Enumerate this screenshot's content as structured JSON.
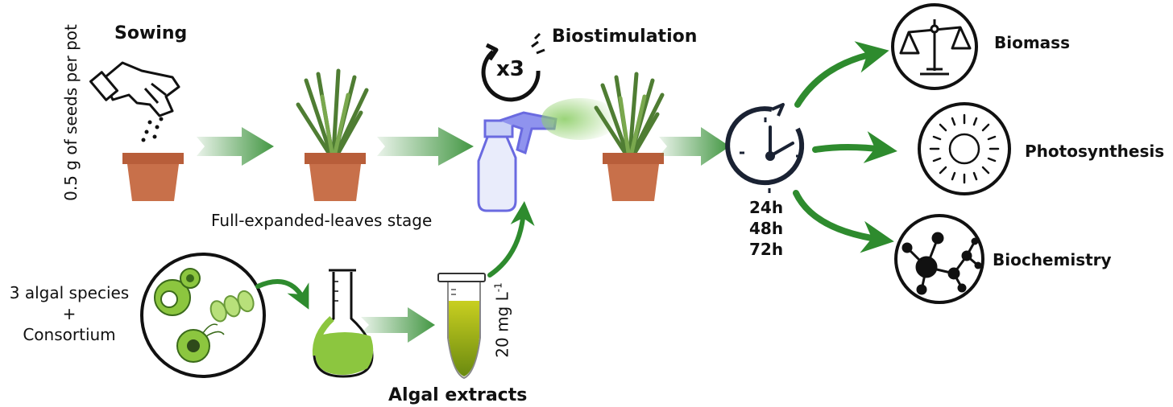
{
  "labels": {
    "sowing": "Sowing",
    "seeds_per_pot": "0.5 g of seeds per pot",
    "full_expanded_stage": "Full-expanded-leaves stage",
    "biostimulation": "Biostimulation",
    "repeat": "x3",
    "species_line1": "3 algal species",
    "species_line2": "+",
    "species_line3": "Consortium",
    "algal_extracts": "Algal extracts",
    "concentration": "20 mg L",
    "concentration_exp": "-1",
    "time_1": "24h",
    "time_2": "48h",
    "time_3": "72h",
    "biomass": "Biomass",
    "photosynthesis": "Photosynthesis",
    "biochemistry": "Biochemistry"
  },
  "icons": {
    "hand": "hand-sowing-icon",
    "pot": "plant-pot-icon",
    "plant": "plant-icon",
    "spray": "spray-bottle-icon",
    "repeat": "repeat-cycle-icon",
    "flask": "flask-icon",
    "tube": "extract-tube-icon",
    "algae": "algae-cells-icon",
    "clock": "clock-icon",
    "scale": "balance-scale-icon",
    "sun": "sun-icon",
    "molecule": "molecule-icon"
  },
  "colors": {
    "arrow_green": "#2e8b2e",
    "pot": "#c8704a",
    "pot_rim": "#b85e3a",
    "leaf": "#5a8a3a",
    "algae": "#8cc63f",
    "extract": "#b7c400"
  }
}
